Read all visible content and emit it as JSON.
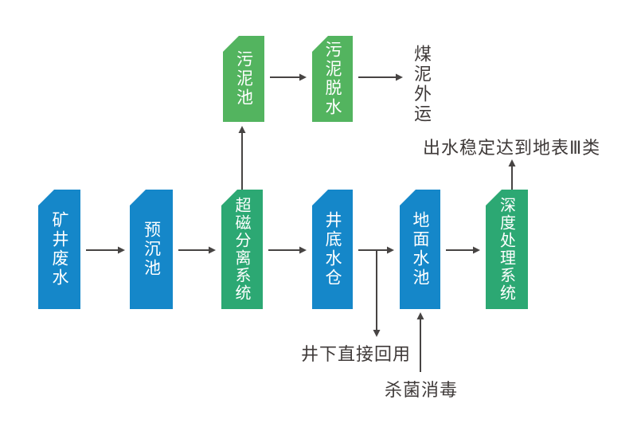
{
  "diagram": {
    "description": "Mine wastewater treatment process flowchart",
    "colors": {
      "node_blue": "#1587c9",
      "node_green_light": "#53b45f",
      "node_green_teal": "#2ca873",
      "text_dark": "#3f3a39",
      "arrow": "#474443",
      "background": "#ffffff"
    },
    "nodes": {
      "main": [
        {
          "label": "矿井废水",
          "color": "blue"
        },
        {
          "label": "预沉池",
          "color": "blue"
        },
        {
          "label": "超磁分离系统",
          "color": "green"
        },
        {
          "label": "井底水仓",
          "color": "blue"
        },
        {
          "label": "地面水池",
          "color": "blue"
        },
        {
          "label": "深度处理系统",
          "color": "green"
        }
      ],
      "top": [
        {
          "label": "污泥池",
          "color": "green"
        },
        {
          "label": "污泥脱水",
          "color": "green"
        }
      ]
    },
    "labels": {
      "coal_sludge_out": "煤泥外运",
      "effluent_standard": "出水稳定达到地表Ⅲ类",
      "underground_reuse": "井下直接回用",
      "disinfection": "杀菌消毒"
    },
    "flow": [
      "矿井废水 → 预沉池 → 超磁分离系统 → 井底水仓 → 地面水池 → 深度处理系统 → 出水稳定达到地表Ⅲ类",
      "超磁分离系统 → 污泥池 → 污泥脱水 → 煤泥外运",
      "井底水仓 → 井下直接回用",
      "杀菌消毒 → 地面水池"
    ]
  }
}
